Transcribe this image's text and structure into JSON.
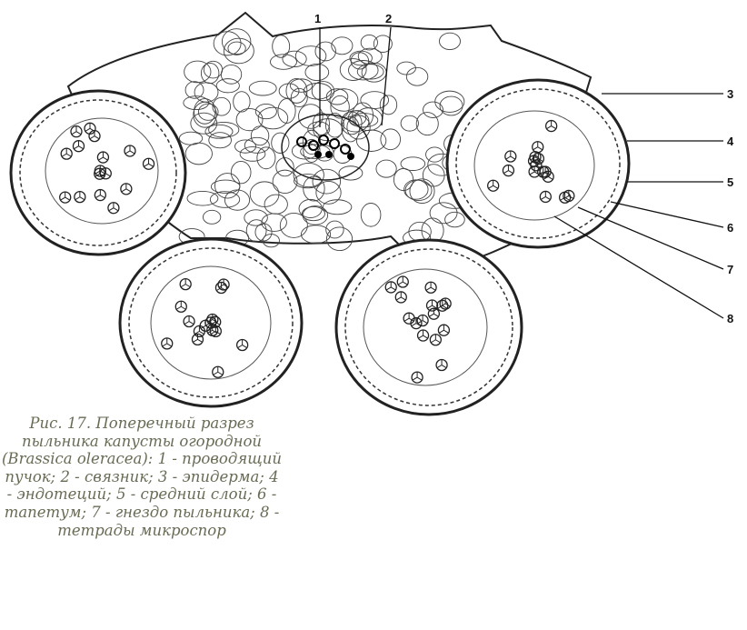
{
  "figure": {
    "labels": [
      "1",
      "2",
      "3",
      "4",
      "5",
      "6",
      "7",
      "8"
    ],
    "caption": "Рис. 17. Поперечный разрез пыльника капусты огородной (Brassica oleracea): 1 - проводящий пучок; 2 - связник; 3 - эпидерма; 4 - эндотеций; 5 - средний слой; 6 - тапетум; 7 - гнездо пыльника; 8 - тетрады микроспор"
  }
}
